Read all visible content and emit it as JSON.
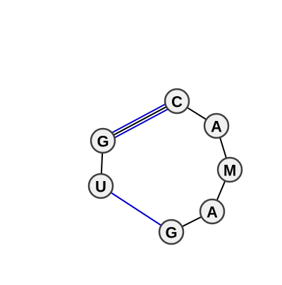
{
  "rna_structure": {
    "nucleotides": [
      {
        "id": "C",
        "label": "C"
      },
      {
        "id": "A1",
        "label": "A"
      },
      {
        "id": "M",
        "label": "M"
      },
      {
        "id": "A2",
        "label": "A"
      },
      {
        "id": "G1",
        "label": "G"
      },
      {
        "id": "U",
        "label": "U"
      },
      {
        "id": "G2",
        "label": "G"
      }
    ],
    "backbone_links": [
      [
        "C",
        "A1"
      ],
      [
        "A1",
        "M"
      ],
      [
        "M",
        "A2"
      ],
      [
        "A2",
        "G1"
      ],
      [
        "U",
        "G2"
      ]
    ],
    "interactions": [
      {
        "from": "G2",
        "to": "C",
        "type": "canonical-pair"
      },
      {
        "from": "U",
        "to": "G1",
        "type": "non-canonical"
      }
    ]
  },
  "colors": {
    "background": "#ffffff",
    "node_fill": "#f0f0f0",
    "node_stroke": "#404040",
    "backbone": "#000000",
    "interaction": "#0000cc"
  }
}
